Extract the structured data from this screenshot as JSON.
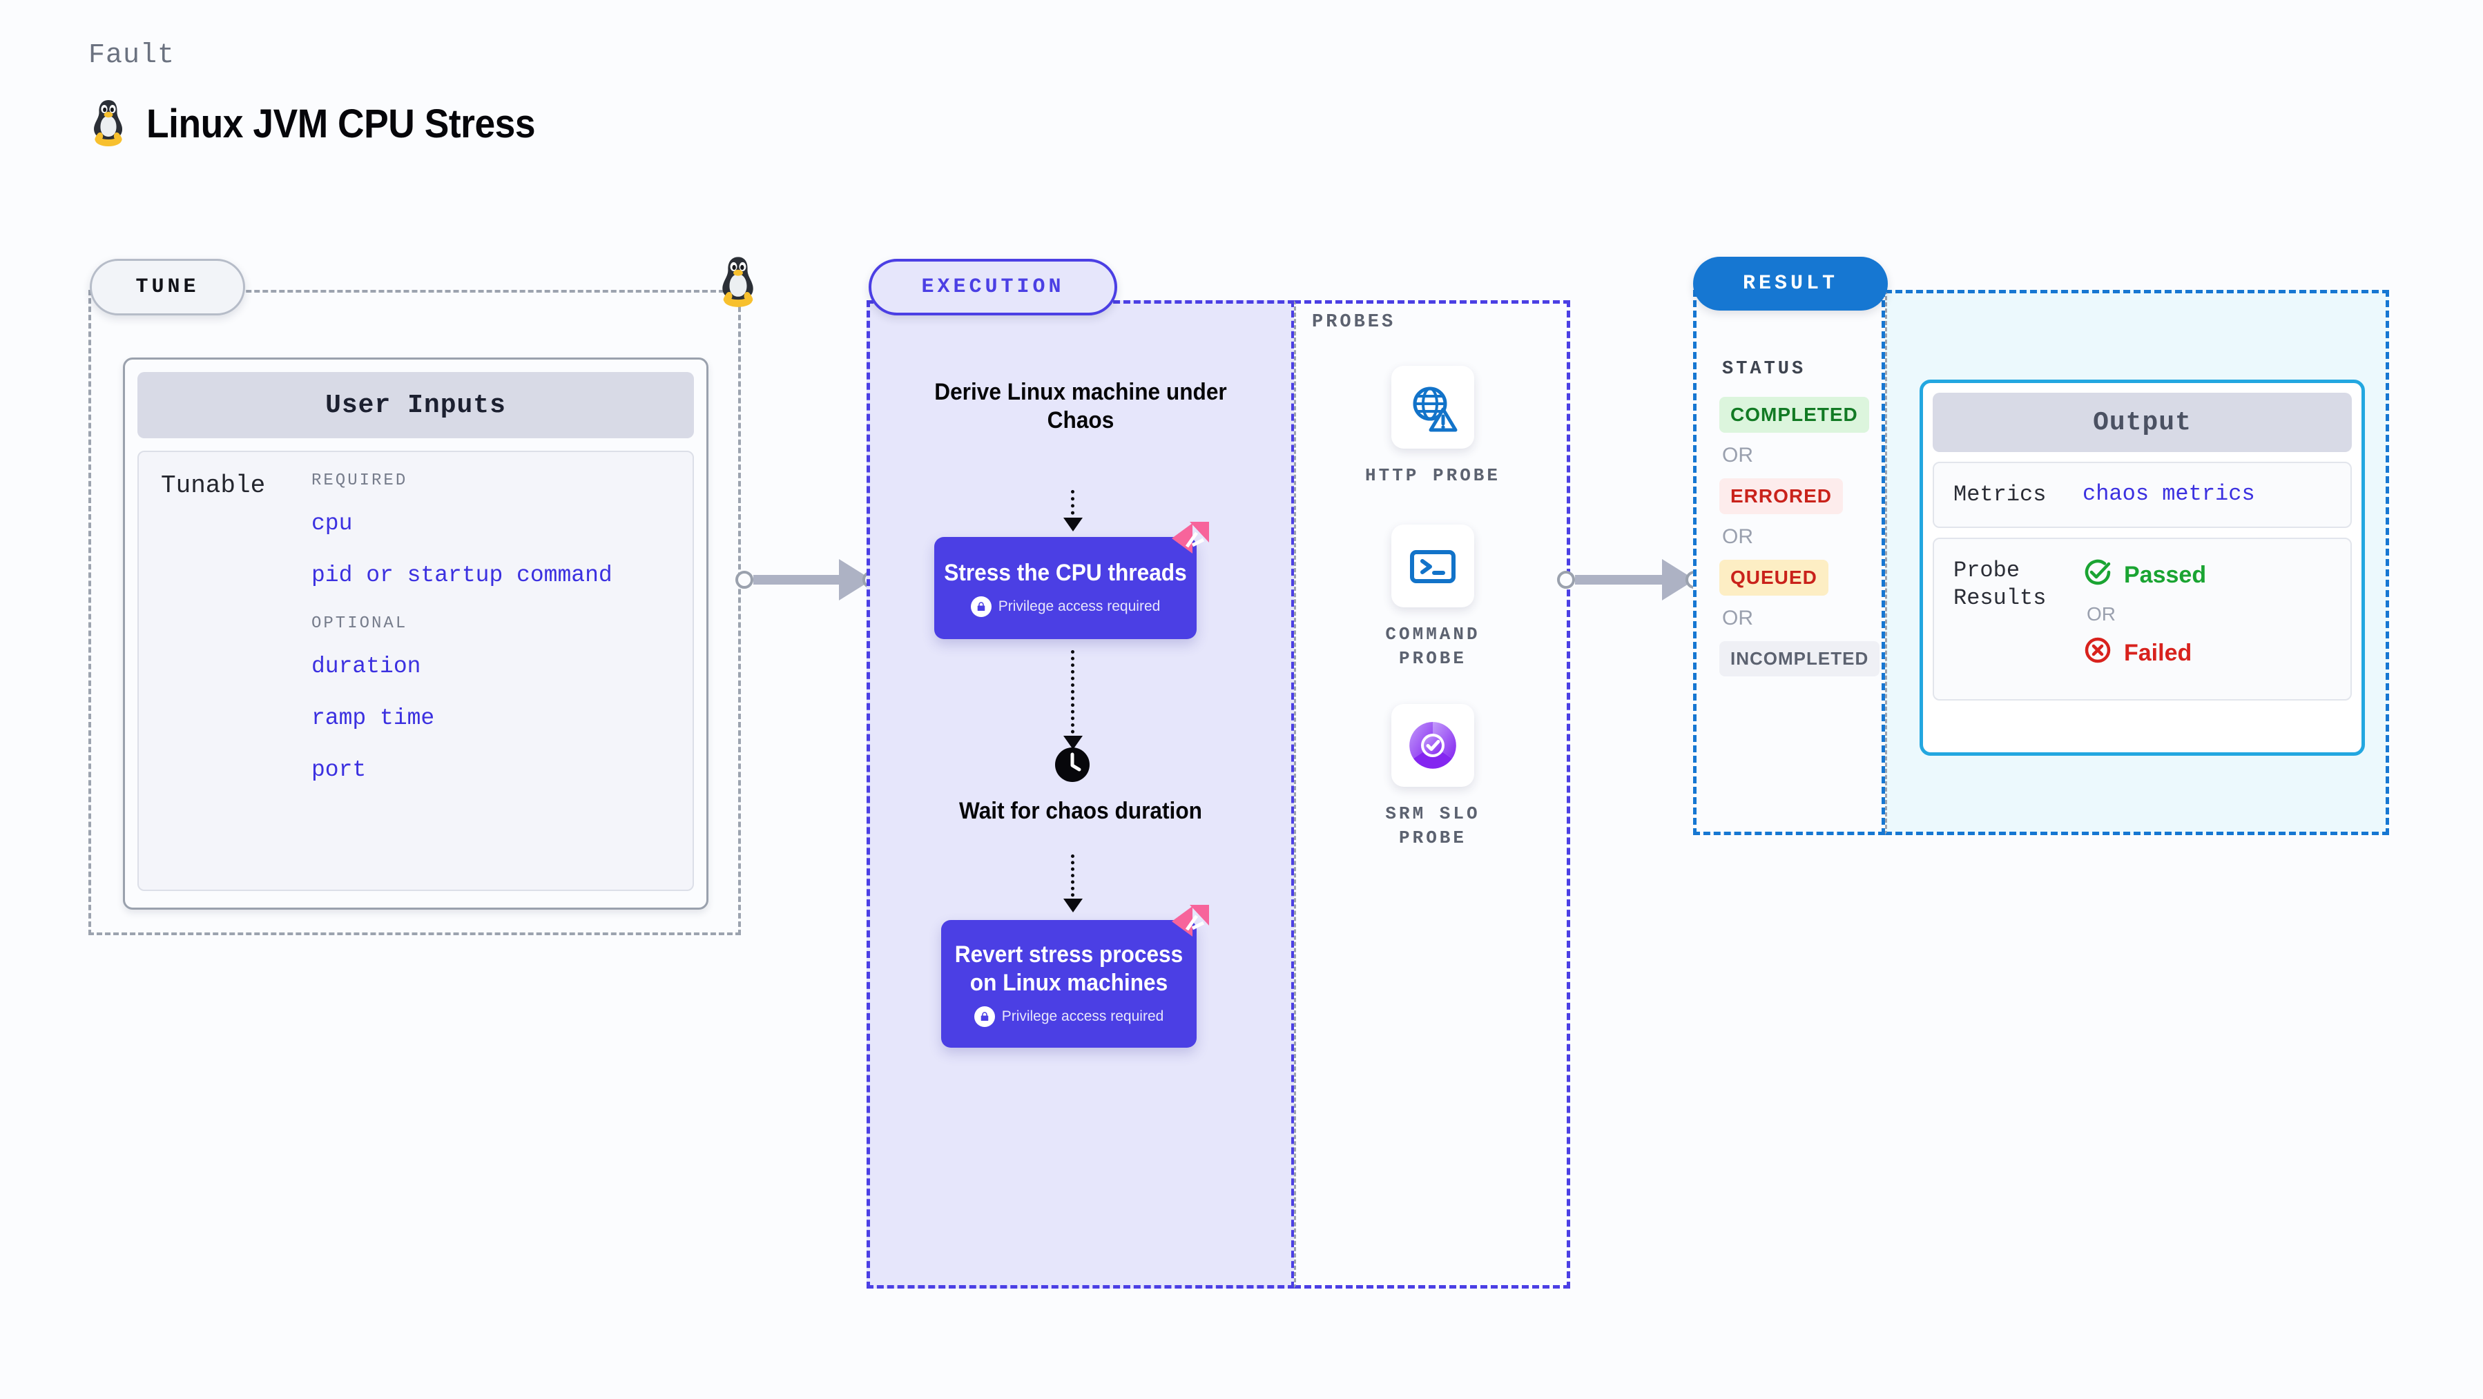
{
  "header": {
    "eyebrow": "Fault",
    "title": "Linux JVM CPU Stress",
    "icon": "linux-tux-icon"
  },
  "tune": {
    "pill_label": "TUNE",
    "border_icon": "linux-tux-icon",
    "card": {
      "header": "User Inputs",
      "row_label": "Tunable",
      "groups": [
        {
          "label": "REQUIRED",
          "items": [
            "cpu",
            "pid or startup command"
          ]
        },
        {
          "label": "OPTIONAL",
          "items": [
            "duration",
            "ramp time",
            "port"
          ]
        }
      ]
    }
  },
  "execution": {
    "pill_label": "EXECUTION",
    "steps": [
      {
        "type": "text",
        "label": "Derive Linux machine under Chaos"
      },
      {
        "type": "node",
        "label": "Stress the CPU threads",
        "privilege": "Privilege access required",
        "flag": "chaos-flag-icon"
      },
      {
        "type": "text",
        "label": "Wait for chaos duration",
        "icon": "clock-icon"
      },
      {
        "type": "node",
        "label": "Revert stress process on Linux machines",
        "privilege": "Privilege access required",
        "flag": "chaos-flag-icon"
      }
    ]
  },
  "probes": {
    "title": "PROBES",
    "items": [
      {
        "label": "HTTP PROBE",
        "icon": "globe-warning-icon"
      },
      {
        "label": "COMMAND PROBE",
        "icon": "terminal-prompt-icon"
      },
      {
        "label": "SRM SLO PROBE",
        "icon": "slo-donut-check-icon"
      }
    ]
  },
  "result": {
    "pill_label": "RESULT",
    "status_title": "STATUS",
    "or_label": "OR",
    "statuses": [
      {
        "label": "COMPLETED",
        "color": "#127a24",
        "background": "#dcf5dd"
      },
      {
        "label": "ERRORED",
        "color": "#c9221b",
        "background": "#fdecec"
      },
      {
        "label": "QUEUED",
        "color": "#c9221b",
        "background": "#fdeec4"
      },
      {
        "label": "INCOMPLETED",
        "color": "#5c6270",
        "background": "#eff0f5"
      }
    ]
  },
  "output": {
    "header": "Output",
    "rows": [
      {
        "key": "Metrics",
        "value": "chaos metrics"
      },
      {
        "key": "Probe Results",
        "passed": "Passed",
        "or_label": "OR",
        "failed": "Failed"
      }
    ]
  },
  "colors": {
    "accent_purple": "#4b3fe4",
    "accent_blue": "#1677d2",
    "accent_cyan": "#23a7e0",
    "chaos_pink": "#f7649b",
    "muted": "#9ca3af"
  }
}
